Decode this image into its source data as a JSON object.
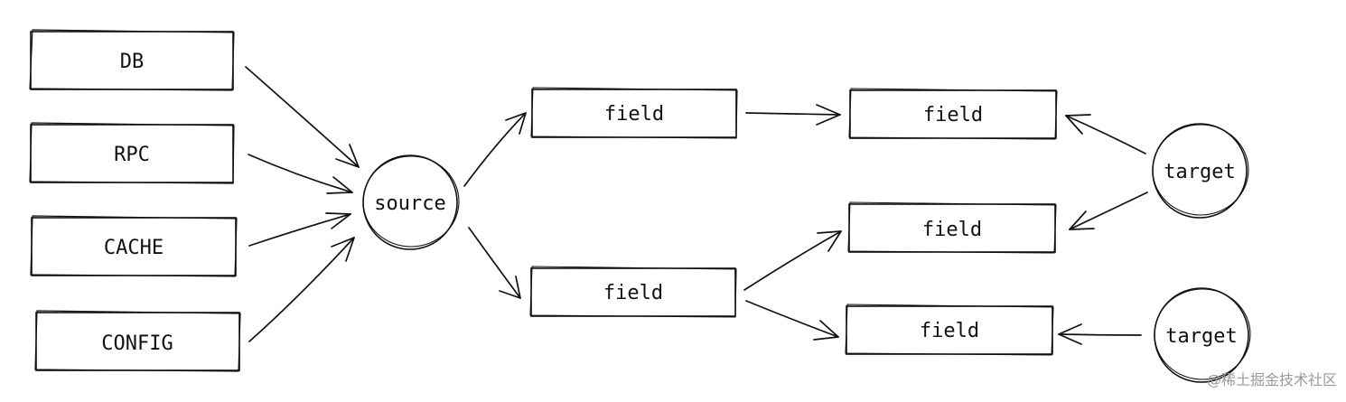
{
  "nodes": {
    "db": "DB",
    "rpc": "RPC",
    "cache": "CACHE",
    "config": "CONFIG",
    "source": "source",
    "field_top_mid": "field",
    "field_bottom_mid": "field",
    "field_top_right": "field",
    "field_mid_right": "field",
    "field_bottom_right": "field",
    "target_top": "target",
    "target_bottom": "target"
  },
  "watermark": "@稀土掘金技术社区",
  "colors": {
    "stroke": "#111111",
    "background": "#ffffff",
    "watermark": "#9a9a9a"
  }
}
